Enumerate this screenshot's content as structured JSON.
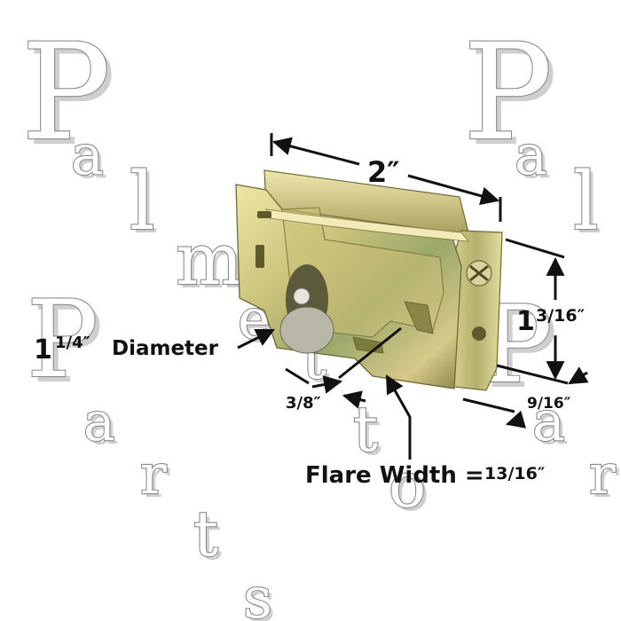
{
  "watermark": {
    "letters": [
      "P",
      "a",
      "l",
      "m",
      "e",
      "t",
      "t",
      "o",
      "P",
      "a",
      "r",
      "t",
      "s",
      "P",
      "a",
      "l",
      "P",
      "a",
      "r"
    ],
    "color": "#8c8c8c"
  },
  "dimensions": {
    "width_label": "2″",
    "height_whole": "1",
    "height_fraction": "3/16″",
    "diameter_whole": "1",
    "diameter_fraction": "1/4″",
    "diameter_word": "Diameter",
    "offset_label": "3/8″",
    "depth_label": "9/16″",
    "flare_prefix": "Flare Width =",
    "flare_value": "13/16″"
  },
  "colors": {
    "metal_light": "#e6d98c",
    "metal_mid": "#b9b46a",
    "metal_dark": "#7d7a3e",
    "ink": "#111111"
  }
}
